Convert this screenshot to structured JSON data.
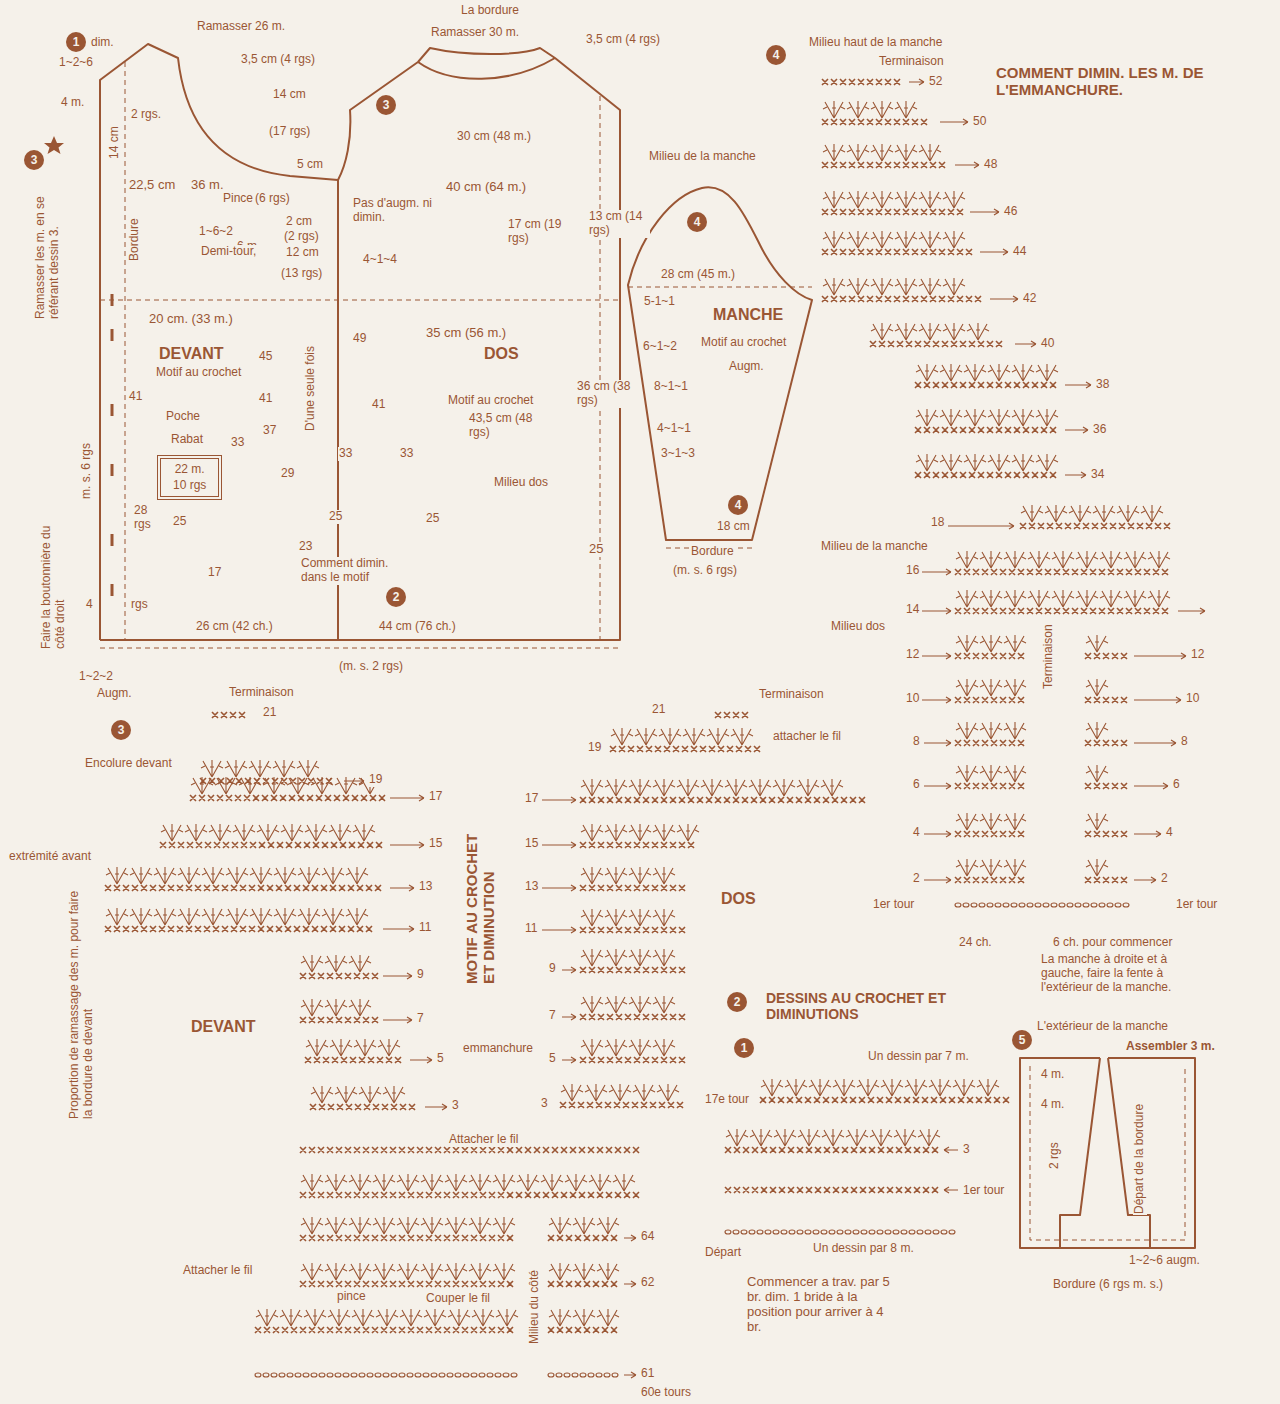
{
  "diagram": {
    "nodes": [
      {
        "text": [
          "1"
        ]
      },
      {
        "text": [
          "3"
        ]
      },
      {
        "text": [
          "3"
        ]
      },
      {
        "text": [
          "22 m.",
          "10 rgs"
        ]
      },
      {
        "text": [
          "2"
        ]
      },
      {
        "text": [
          "4"
        ]
      },
      {
        "text": [
          "4"
        ]
      },
      {
        "text": [
          "4"
        ]
      },
      {
        "text": [
          "3"
        ]
      },
      {
        "text": [
          "2"
        ]
      },
      {
        "text": [
          "1"
        ]
      },
      {
        "text": [
          "5"
        ]
      }
    ],
    "labels": [
      "dim.",
      "1~2~6",
      "Ramasser 26 m.",
      "La bordure",
      "Ramasser 30 m.",
      "3,5 cm (4 rgs)",
      "3,5 cm (4 rgs)",
      "4 m.",
      "2 rgs.",
      "14 cm",
      "(17 rgs)",
      "30 cm (48 m.)",
      "Ramasser les m. en se référant dessin 3.",
      "14 cm",
      "22,5 cm",
      "36 m.",
      "5 cm",
      "Pince",
      "(6 rgs)",
      "40 cm (64 m.)",
      "Pas d'augm. ni dimin.",
      "2 cm",
      "(2 rgs)",
      "6 m",
      "12 cm",
      "(13 rgs)",
      "Bordure",
      "1~6~2",
      "Demi-tour,",
      "17 cm (19 rgs)",
      "4~1~4",
      "20 cm. (33 m.)",
      "35 cm (56 m.)",
      "DEVANT",
      "DOS",
      "Motif au crochet",
      "45",
      "49",
      "41",
      "41",
      "41",
      "D'une seule fois",
      "Poche",
      "Rabat",
      "33",
      "37",
      "Motif au crochet",
      "43,5 cm (48 rgs)",
      "33",
      "33",
      "29",
      "Milieu dos",
      "28 rgs",
      "25",
      "25",
      "25",
      "m. s. 6 rgs",
      "17",
      "23",
      "Comment dimin. dans le motif",
      "4",
      "rgs",
      "Faire la boutonnière du côté droit",
      "26 cm (42 ch.)",
      "44 cm (76 ch.)",
      "1~2~2",
      "Augm.",
      "(m. s. 2 rgs)",
      "Milieu de la manche",
      "13 cm (14 rgs)",
      "28 cm (45 m.)",
      "5-1~1",
      "MANCHE",
      "Motif au crochet",
      "6~1~2",
      "Augm.",
      "36 cm (38 rgs)",
      "8~1~1",
      "4~1~1",
      "3~1~3",
      "18 cm",
      "25",
      "Bordure",
      "(m. s. 6 rgs)",
      "Milieu haut de la manche",
      "Terminaison",
      "52",
      "50",
      "48",
      "46",
      "44",
      "42",
      "40",
      "38",
      "36",
      "34",
      "COMMENT DIMIN. LES M. DE L'EMMANCHURE.",
      "18",
      "16",
      "14",
      "12",
      "10",
      "8",
      "6",
      "4",
      "2",
      "1er tour",
      "12",
      "10",
      "8",
      "6",
      "4",
      "2",
      "1er tour",
      "Milieu de la manche",
      "Milieu dos",
      "Terminaison",
      "24 ch.",
      "6 ch. pour commencer",
      "La manche à droite et à gauche, faire la fente à l'extérieur de la manche.",
      "Terminaison",
      "21",
      "Encolure devant",
      "19",
      "17",
      "15",
      "13",
      "11",
      "9",
      "7",
      "5",
      "3",
      "extrémité avant",
      "Proportion de ramassage des m. pour faire la bordure de devant",
      "DEVANT",
      "MOTIF AU CROCHET ET DIMINUTION",
      "emmanchure",
      "Attacher le fil",
      "Attacher le fil",
      "pince",
      "Couper le fil",
      "Milieu du côté",
      "64",
      "62",
      "61",
      "60e tours",
      "21",
      "Terminaison",
      "attacher le fil",
      "19",
      "17",
      "15",
      "13",
      "11",
      "DOS",
      "9",
      "7",
      "5",
      "3",
      "DESSINS AU CROCHET ET DIMINUTIONS",
      "Un dessin par 7 m.",
      "17e tour",
      "3",
      "1er tour",
      "Départ",
      "Un dessin par 8 m.",
      "Commencer a trav. par 5 br. dim. 1 bride à la position pour arriver à 4 br.",
      "L'extérieur de la manche",
      "Assembler 3 m.",
      "4 m.",
      "4 m.",
      "2 rgs",
      "Départ de la bordure",
      "1~2~6 augm.",
      "Bordure (6 rgs m. s.)"
    ]
  }
}
